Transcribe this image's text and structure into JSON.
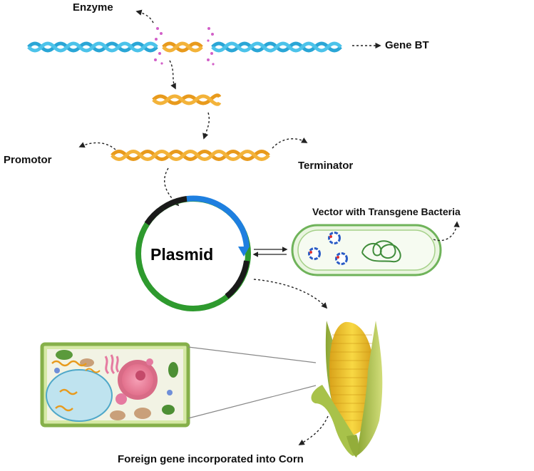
{
  "labels": {
    "enzyme": "Enzyme",
    "gene_bt": "Gene BT",
    "promotor": "Promotor",
    "terminator": "Terminator",
    "vector": "Vector with Transgene Bacteria",
    "plasmid": "Plasmid",
    "caption": "Foreign gene incorporated into Corn"
  },
  "colors": {
    "dna_blue": "#2aa6d6",
    "dna_orange": "#e89a1c",
    "enzyme_pink": "#d25fc8",
    "plasmid_green": "#2e9a2e",
    "plasmid_blue": "#1e7fe0",
    "plasmid_black": "#1a1a1a",
    "bacteria_green": "#6fb35a",
    "corn_yellow": "#f2c62a",
    "husk_green": "#b9cf5a",
    "cell_border": "#86b04a"
  },
  "icons": [
    "dna-helix",
    "scissors-enzyme",
    "plasmid-ring",
    "bacterium",
    "corn-cob",
    "plant-cell"
  ]
}
